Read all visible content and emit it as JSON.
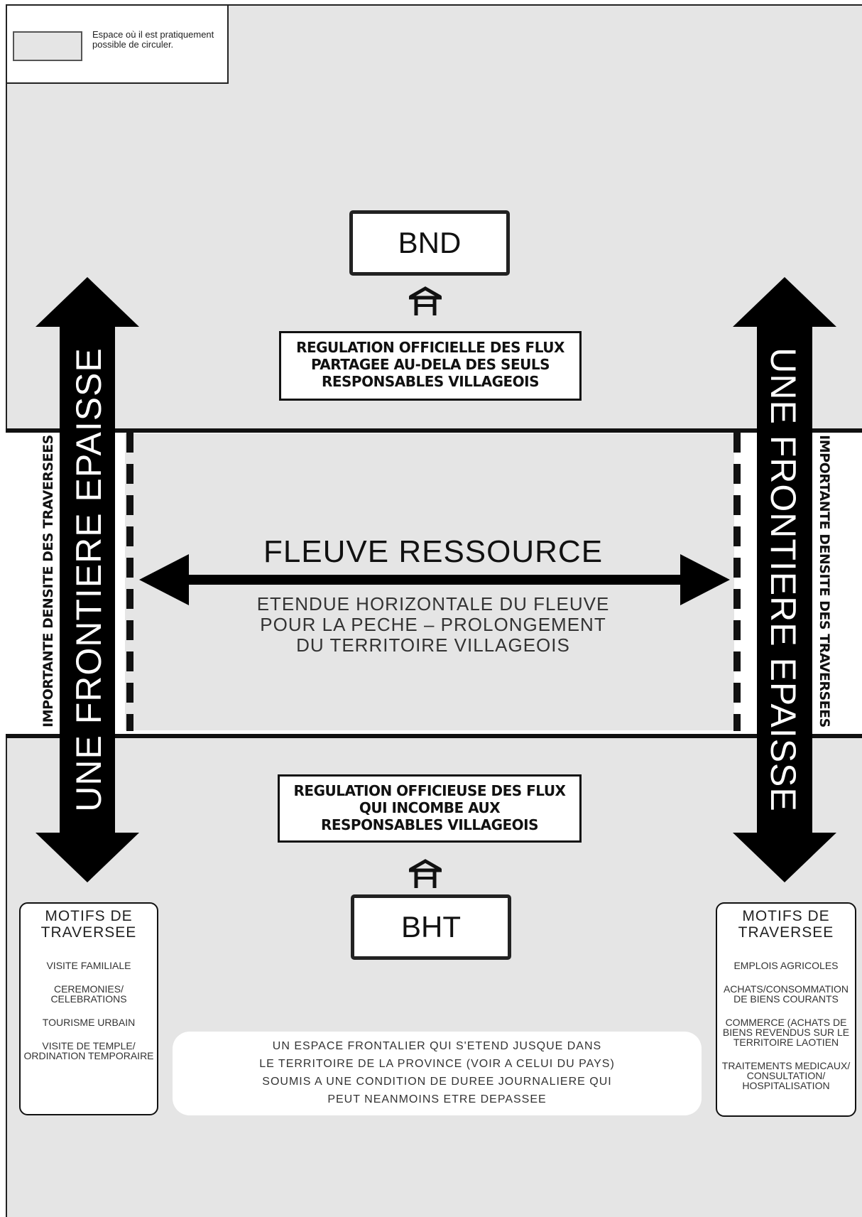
{
  "legend": {
    "text": "Espace où il est pratiquement possible de circuler."
  },
  "posts": {
    "top": "BND",
    "bottom": "BHT"
  },
  "regulation": {
    "top": [
      "REGULATION OFFICIELLE DES FLUX",
      "PARTAGEE AU-DELA DES SEULS",
      "RESPONSABLES VILLAGEOIS"
    ],
    "bottom": [
      "REGULATION OFFICIEUSE DES FLUX",
      "QUI INCOMBE AUX",
      "RESPONSABLES VILLAGEOIS"
    ]
  },
  "frontier": {
    "left_label": "UNE FRONTIERE EPAISSE",
    "right_label": "UNE FRONTIERE EPAISSE",
    "left_side_label": "IMPORTANTE DENSITE DES TRAVERSEES",
    "right_side_label": "IMPORTANTE DENSITE DES TRAVERSEES"
  },
  "river": {
    "title": "FLEUVE  RESSOURCE",
    "desc": [
      "ETENDUE HORIZONTALE DU FLEUVE",
      "POUR LA PECHE – PROLONGEMENT",
      "DU TERRITOIRE VILLAGEOIS"
    ]
  },
  "motifs_left": {
    "title": [
      "MOTIFS DE",
      "TRAVERSEE"
    ],
    "items": [
      "VISITE FAMILIALE",
      "CEREMONIES/ CELEBRATIONS",
      "TOURISME URBAIN",
      "VISITE DE TEMPLE/ ORDINATION TEMPORAIRE"
    ]
  },
  "motifs_right": {
    "title": [
      "MOTIFS DE",
      "TRAVERSEE"
    ],
    "items": [
      "EMPLOIS AGRICOLES",
      "ACHATS/CONSOMMATION DE BIENS COURANTS",
      "COMMERCE (ACHATS DE BIENS REVENDUS SUR LE TERRITOIRE LAOTIEN",
      "TRAITEMENTS MEDICAUX/ CONSULTATION/ HOSPITALISATION"
    ]
  },
  "note": [
    "UN ESPACE FRONTALIER QUI S'ETEND JUSQUE DANS",
    "LE TERRITOIRE DE LA PROVINCE (VOIR A CELUI DU PAYS)",
    "SOUMIS A UNE CONDITION DE DUREE JOURNALIERE QUI",
    "PEUT NEANMOINS ETRE DEPASSEE"
  ]
}
